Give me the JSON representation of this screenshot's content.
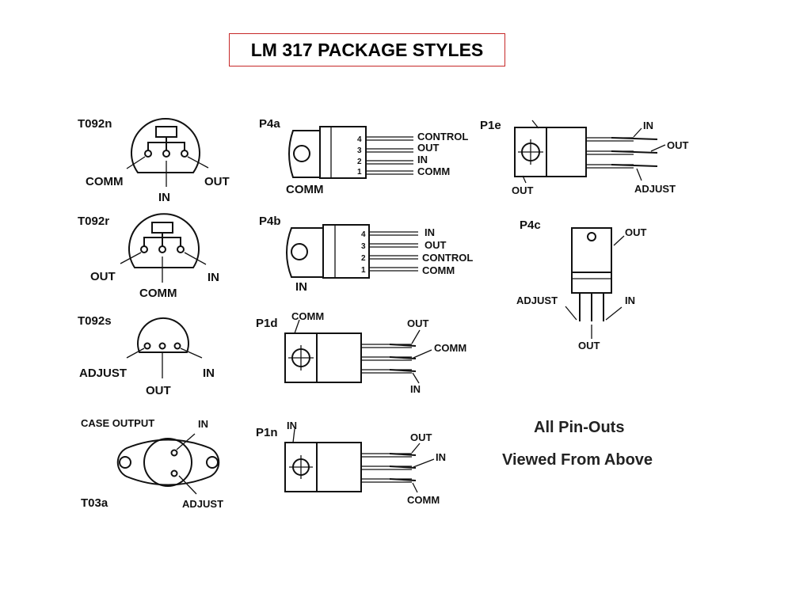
{
  "title": "LM 317 PACKAGE STYLES",
  "packages": {
    "t092n": {
      "name": "T092n",
      "pins": [
        "COMM",
        "IN",
        "OUT"
      ]
    },
    "t092r": {
      "name": "T092r",
      "pins": [
        "OUT",
        "COMM",
        "IN"
      ]
    },
    "t092s": {
      "name": "T092s",
      "pins": [
        "ADJUST",
        "OUT",
        "IN"
      ]
    },
    "t03a": {
      "name": "T03a",
      "case_label": "CASE OUTPUT",
      "pins": [
        "IN",
        "ADJUST"
      ]
    },
    "p4a": {
      "name": "P4a",
      "pin_numbers": [
        "4",
        "3",
        "2",
        "1"
      ],
      "pins": [
        "CONTROL",
        "OUT",
        "IN",
        "COMM"
      ],
      "tab": "COMM"
    },
    "p4b": {
      "name": "P4b",
      "pin_numbers": [
        "4",
        "3",
        "2",
        "1"
      ],
      "pins": [
        "IN",
        "OUT",
        "CONTROL",
        "COMM"
      ],
      "tab": "IN"
    },
    "p1d": {
      "name": "P1d",
      "tab": "COMM",
      "pins": [
        "OUT",
        "COMM",
        "IN"
      ]
    },
    "p1n": {
      "name": "P1n",
      "tab": "IN",
      "pins": [
        "OUT",
        "IN",
        "COMM"
      ]
    },
    "p1e": {
      "name": "P1e",
      "tab": "OUT",
      "pins": [
        "IN",
        "OUT",
        "ADJUST"
      ]
    },
    "p4c": {
      "name": "P4c",
      "tab": "OUT",
      "pins": [
        "ADJUST",
        "IN",
        "OUT"
      ]
    }
  },
  "note": {
    "line1": "All Pin-Outs",
    "line2": "Viewed From Above"
  }
}
